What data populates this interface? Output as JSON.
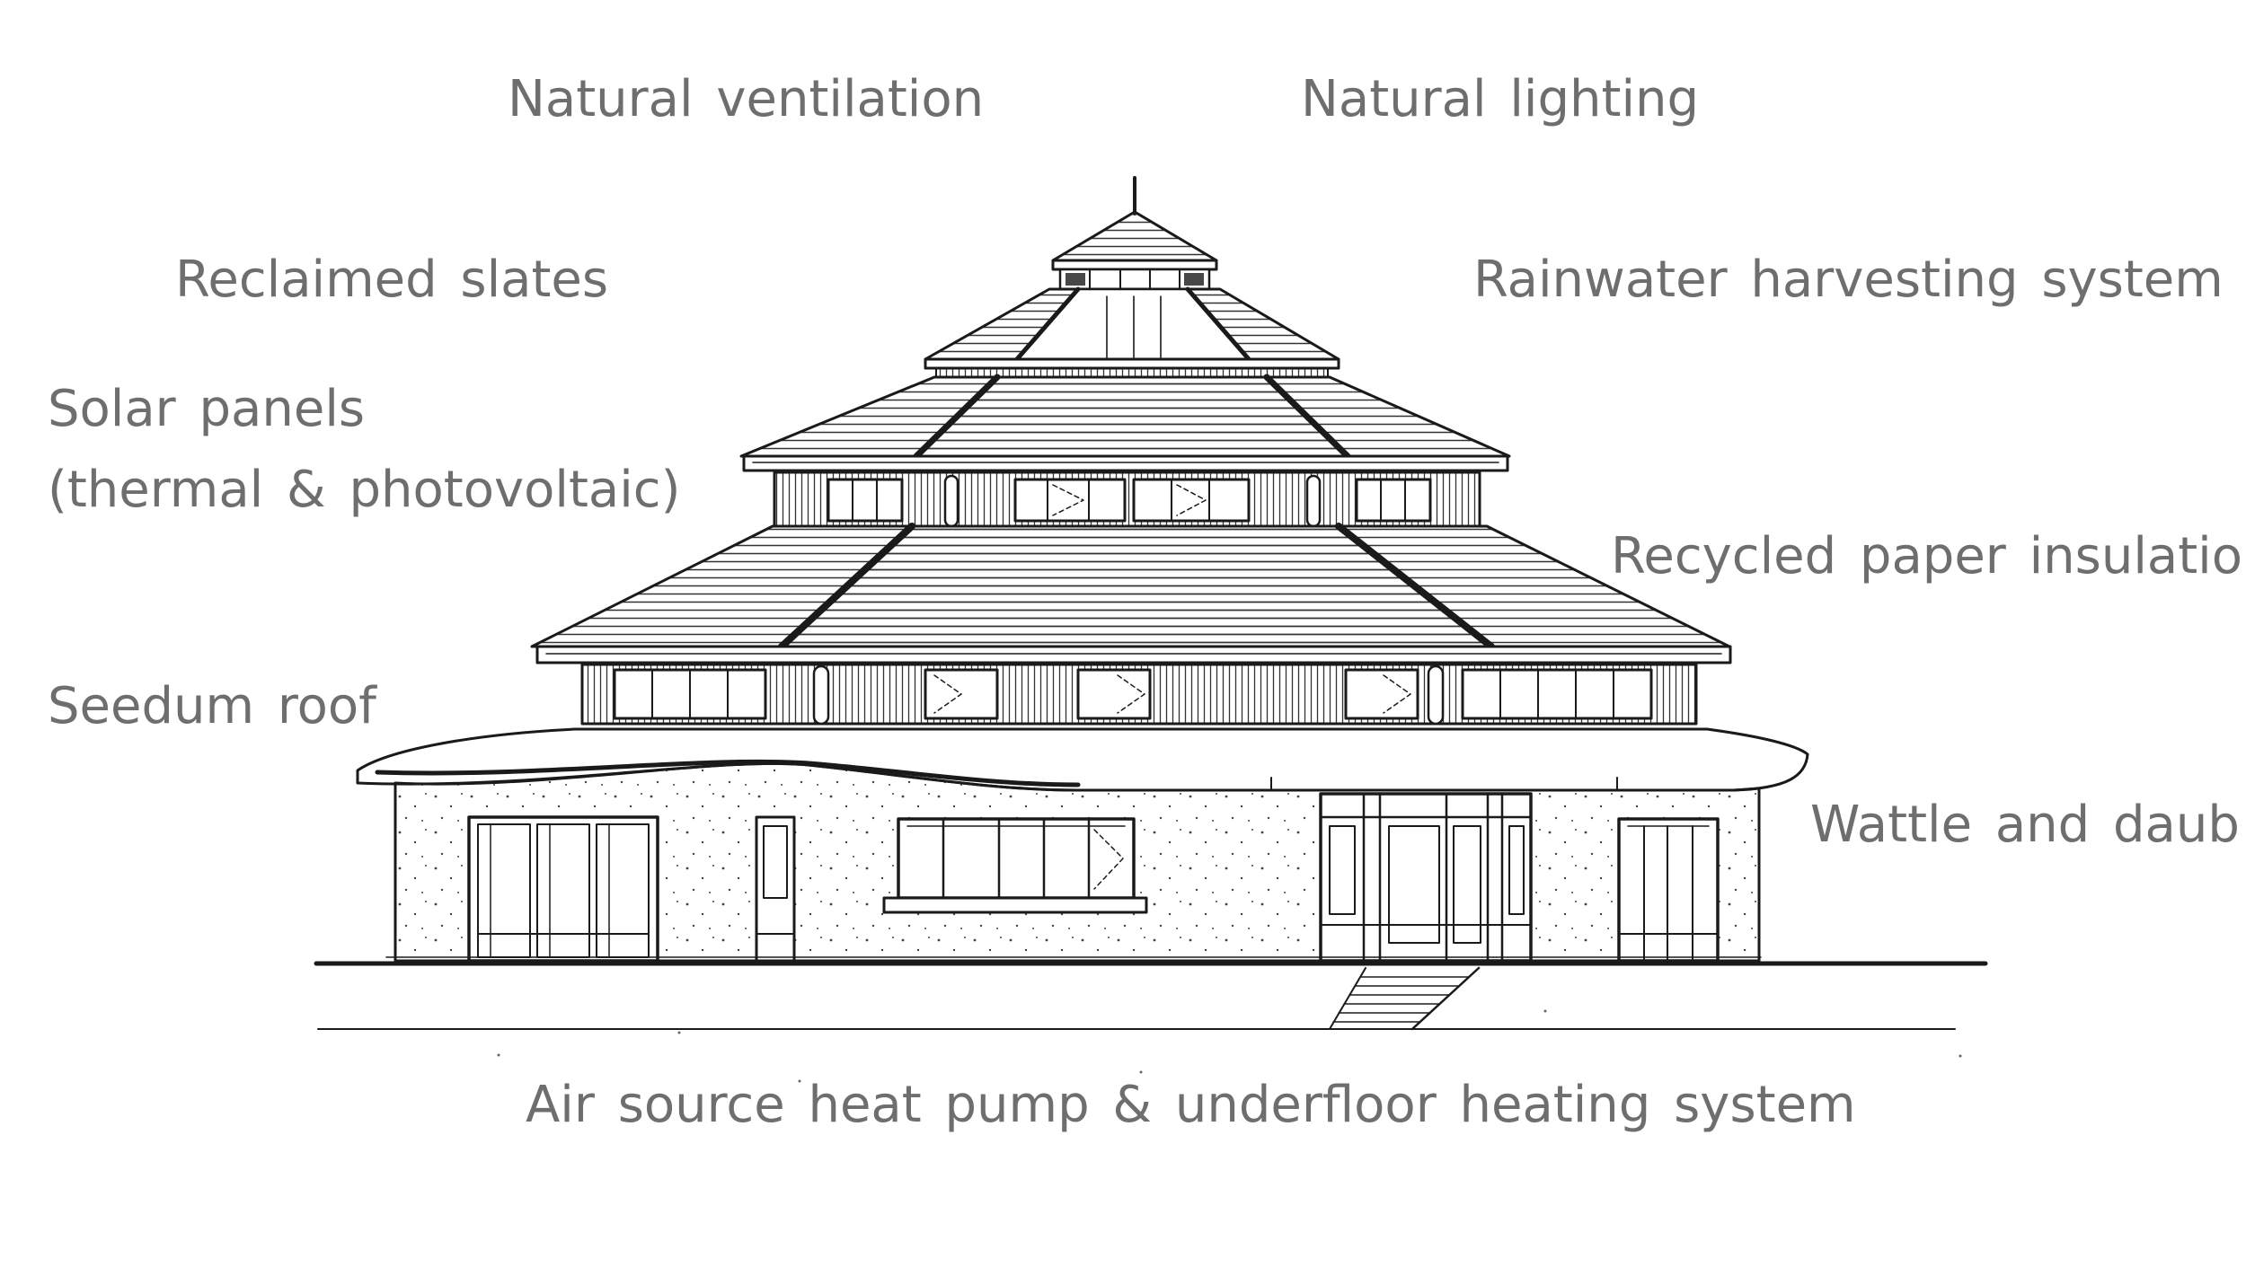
{
  "labels": {
    "natural_ventilation": "Natural ventilation",
    "natural_lighting": "Natural lighting",
    "reclaimed_slates": "Reclaimed slates",
    "rainwater_harvesting": "Rainwater harvesting system",
    "solar_panels_line1": "Solar panels",
    "solar_panels_line2": "(thermal & photovoltaic)",
    "recycled_paper_insulation": "Recycled paper insulation",
    "seedum_roof": "Seedum roof",
    "wattle_and_daub": "Wattle and daub",
    "air_source_heat_pump": "Air source heat pump & underfloor heating system"
  },
  "colors": {
    "label_text": "#6e6e6e",
    "line": "#1a1a1a",
    "background": "#ffffff"
  }
}
